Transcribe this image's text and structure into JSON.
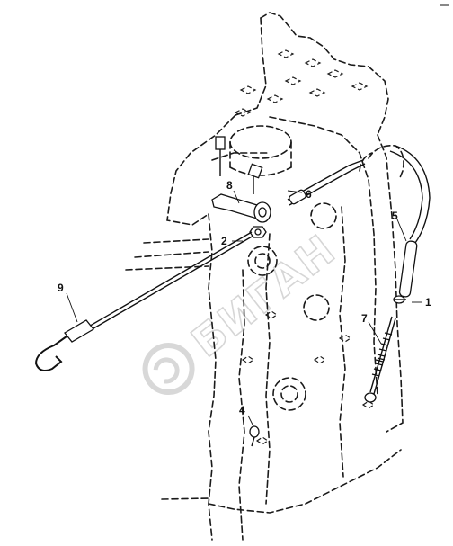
{
  "diagram": {
    "callouts": [
      {
        "id": "c1",
        "label": "1"
      },
      {
        "id": "c2",
        "label": "2"
      },
      {
        "id": "c4",
        "label": "4"
      },
      {
        "id": "c5",
        "label": "5"
      },
      {
        "id": "c6",
        "label": "6"
      },
      {
        "id": "c7",
        "label": "7"
      },
      {
        "id": "c8",
        "label": "8"
      },
      {
        "id": "c9",
        "label": "9"
      }
    ],
    "watermark": {
      "text": "БИГАН"
    }
  }
}
